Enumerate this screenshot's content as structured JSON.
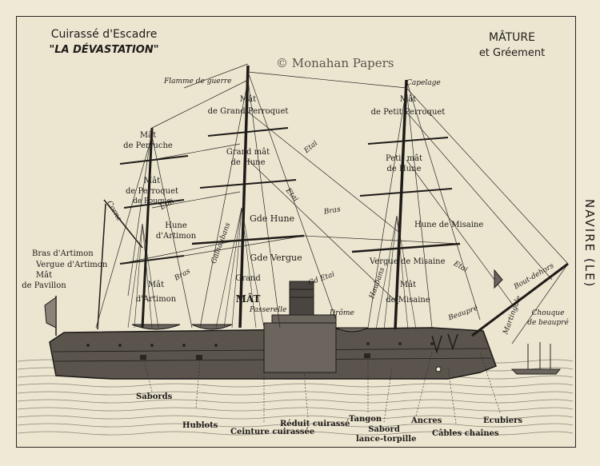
{
  "title": {
    "line1": "Cuirassé d'Escadre",
    "line2": "\"LA DÉVASTATION\""
  },
  "top_right": {
    "line1": "MÂTURE",
    "line2": "et Gréement"
  },
  "watermark": "© Monahan Papers",
  "side_label": "NAVIRE (LE)",
  "mast_labels": {
    "mat_perruche": [
      "Mât",
      "de Perruche"
    ],
    "mat_perroquet_left": [
      "Mât",
      "de Perroquet",
      "de Fougue"
    ],
    "hune_artimon": [
      "Hune",
      "d'Artimon"
    ],
    "mat_artimon": [
      "Mât",
      "d'Artimon"
    ],
    "mat_grand_perroquet": [
      "Mât",
      "de Grand Perroquet"
    ],
    "grand_mat_hune": [
      "Grand mât",
      "de Hune"
    ],
    "gde_hune": "Gde Hune",
    "gde_vergue": "Gde Vergue",
    "grand_mat": [
      "Grand",
      "MÂT"
    ],
    "mat_petit_perroquet": [
      "Mât",
      "de Petit Perroquet"
    ],
    "petit_mat_hune": [
      "Petit mât",
      "de Hune"
    ],
    "hune_misaine": "Hune de Misaine",
    "vergue_misaine": "Vergue de Misaine",
    "mat_misaine": [
      "Mât",
      "de Misaine"
    ],
    "bras_artimon": "Bras d'Artimon",
    "vergue_artimon": "Vergue d'Artimon",
    "mat_pavillon": [
      "Mât",
      "de Pavillon"
    ]
  },
  "rigging_labels": {
    "flamme": "Flamme de guerre",
    "capelage": "Capelage",
    "etai_main": "Etai",
    "etai_mid": "Etai",
    "etai_fore": "Etai",
    "gd_etai": "Gd Etai",
    "bras_left": "Bras",
    "bras_right": "Bras",
    "corne": "Corne",
    "galhaubans": "Galhaubans",
    "haubans": "Haubans",
    "passerelle": "Passerelle",
    "drome": "Drôme",
    "bout_dehors": "Bout-dehors",
    "beaupre": "Beaupré",
    "martingale": "Martingale",
    "chouque": [
      "Chouque",
      "de beaupré"
    ]
  },
  "hull_labels": {
    "sabords": "Sabords",
    "hublots": "Hublots",
    "ceinture": "Ceinture cuirassée",
    "reduit": "Réduit cuirassé",
    "tangon": "Tangon",
    "sabord_lt": [
      "Sabord",
      "lance-torpille"
    ],
    "ancres": "Ancres",
    "cables": "Câbles chaînes",
    "ecubiers": "Ecubiers"
  },
  "colors": {
    "paper": "#efe9d6",
    "ink": "#1e1b18",
    "hull": "#4a4540",
    "water": "#8a8378"
  }
}
